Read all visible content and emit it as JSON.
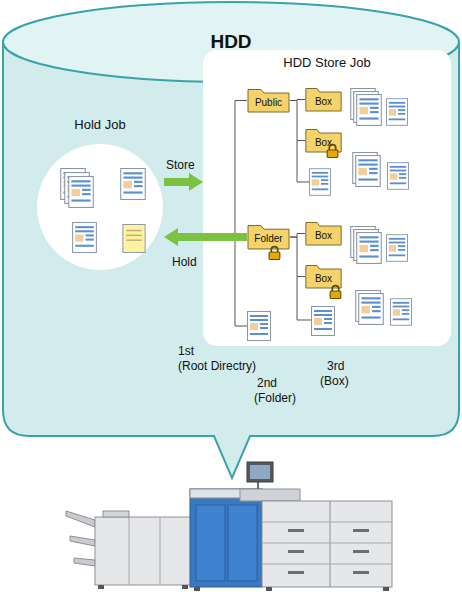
{
  "diagram": {
    "nodes": [
      {
        "text": [
          "HDD"
        ]
      },
      {
        "text": [
          "HDD Store Job"
        ],
        "in": 0
      },
      {
        "text": [
          "Public"
        ],
        "in": 1
      },
      {
        "text": [
          "Box"
        ],
        "in": 1
      },
      {
        "text": [
          "Box"
        ],
        "in": 1
      },
      {
        "text": [
          "Folder"
        ],
        "in": 1
      },
      {
        "text": [
          "Box"
        ],
        "in": 1
      },
      {
        "text": [
          "Box"
        ],
        "in": 1
      },
      {
        "text": [
          "Hold Job"
        ],
        "in": 0
      }
    ],
    "edges": [
      {
        "from": 8,
        "to": 1,
        "arrow": "to",
        "label": "Store"
      },
      {
        "from": 5,
        "to": 8,
        "arrow": "to",
        "label": "Hold"
      },
      {
        "from": 2,
        "to": 3,
        "arrow": "none"
      },
      {
        "from": 2,
        "to": 4,
        "arrow": "none"
      },
      {
        "from": 5,
        "to": 6,
        "arrow": "none"
      },
      {
        "from": 5,
        "to": 7,
        "arrow": "none"
      }
    ],
    "labels": [
      "1st",
      "(Root Directry)",
      "2nd",
      "(Folder)",
      "3rd",
      "(Box)"
    ]
  }
}
